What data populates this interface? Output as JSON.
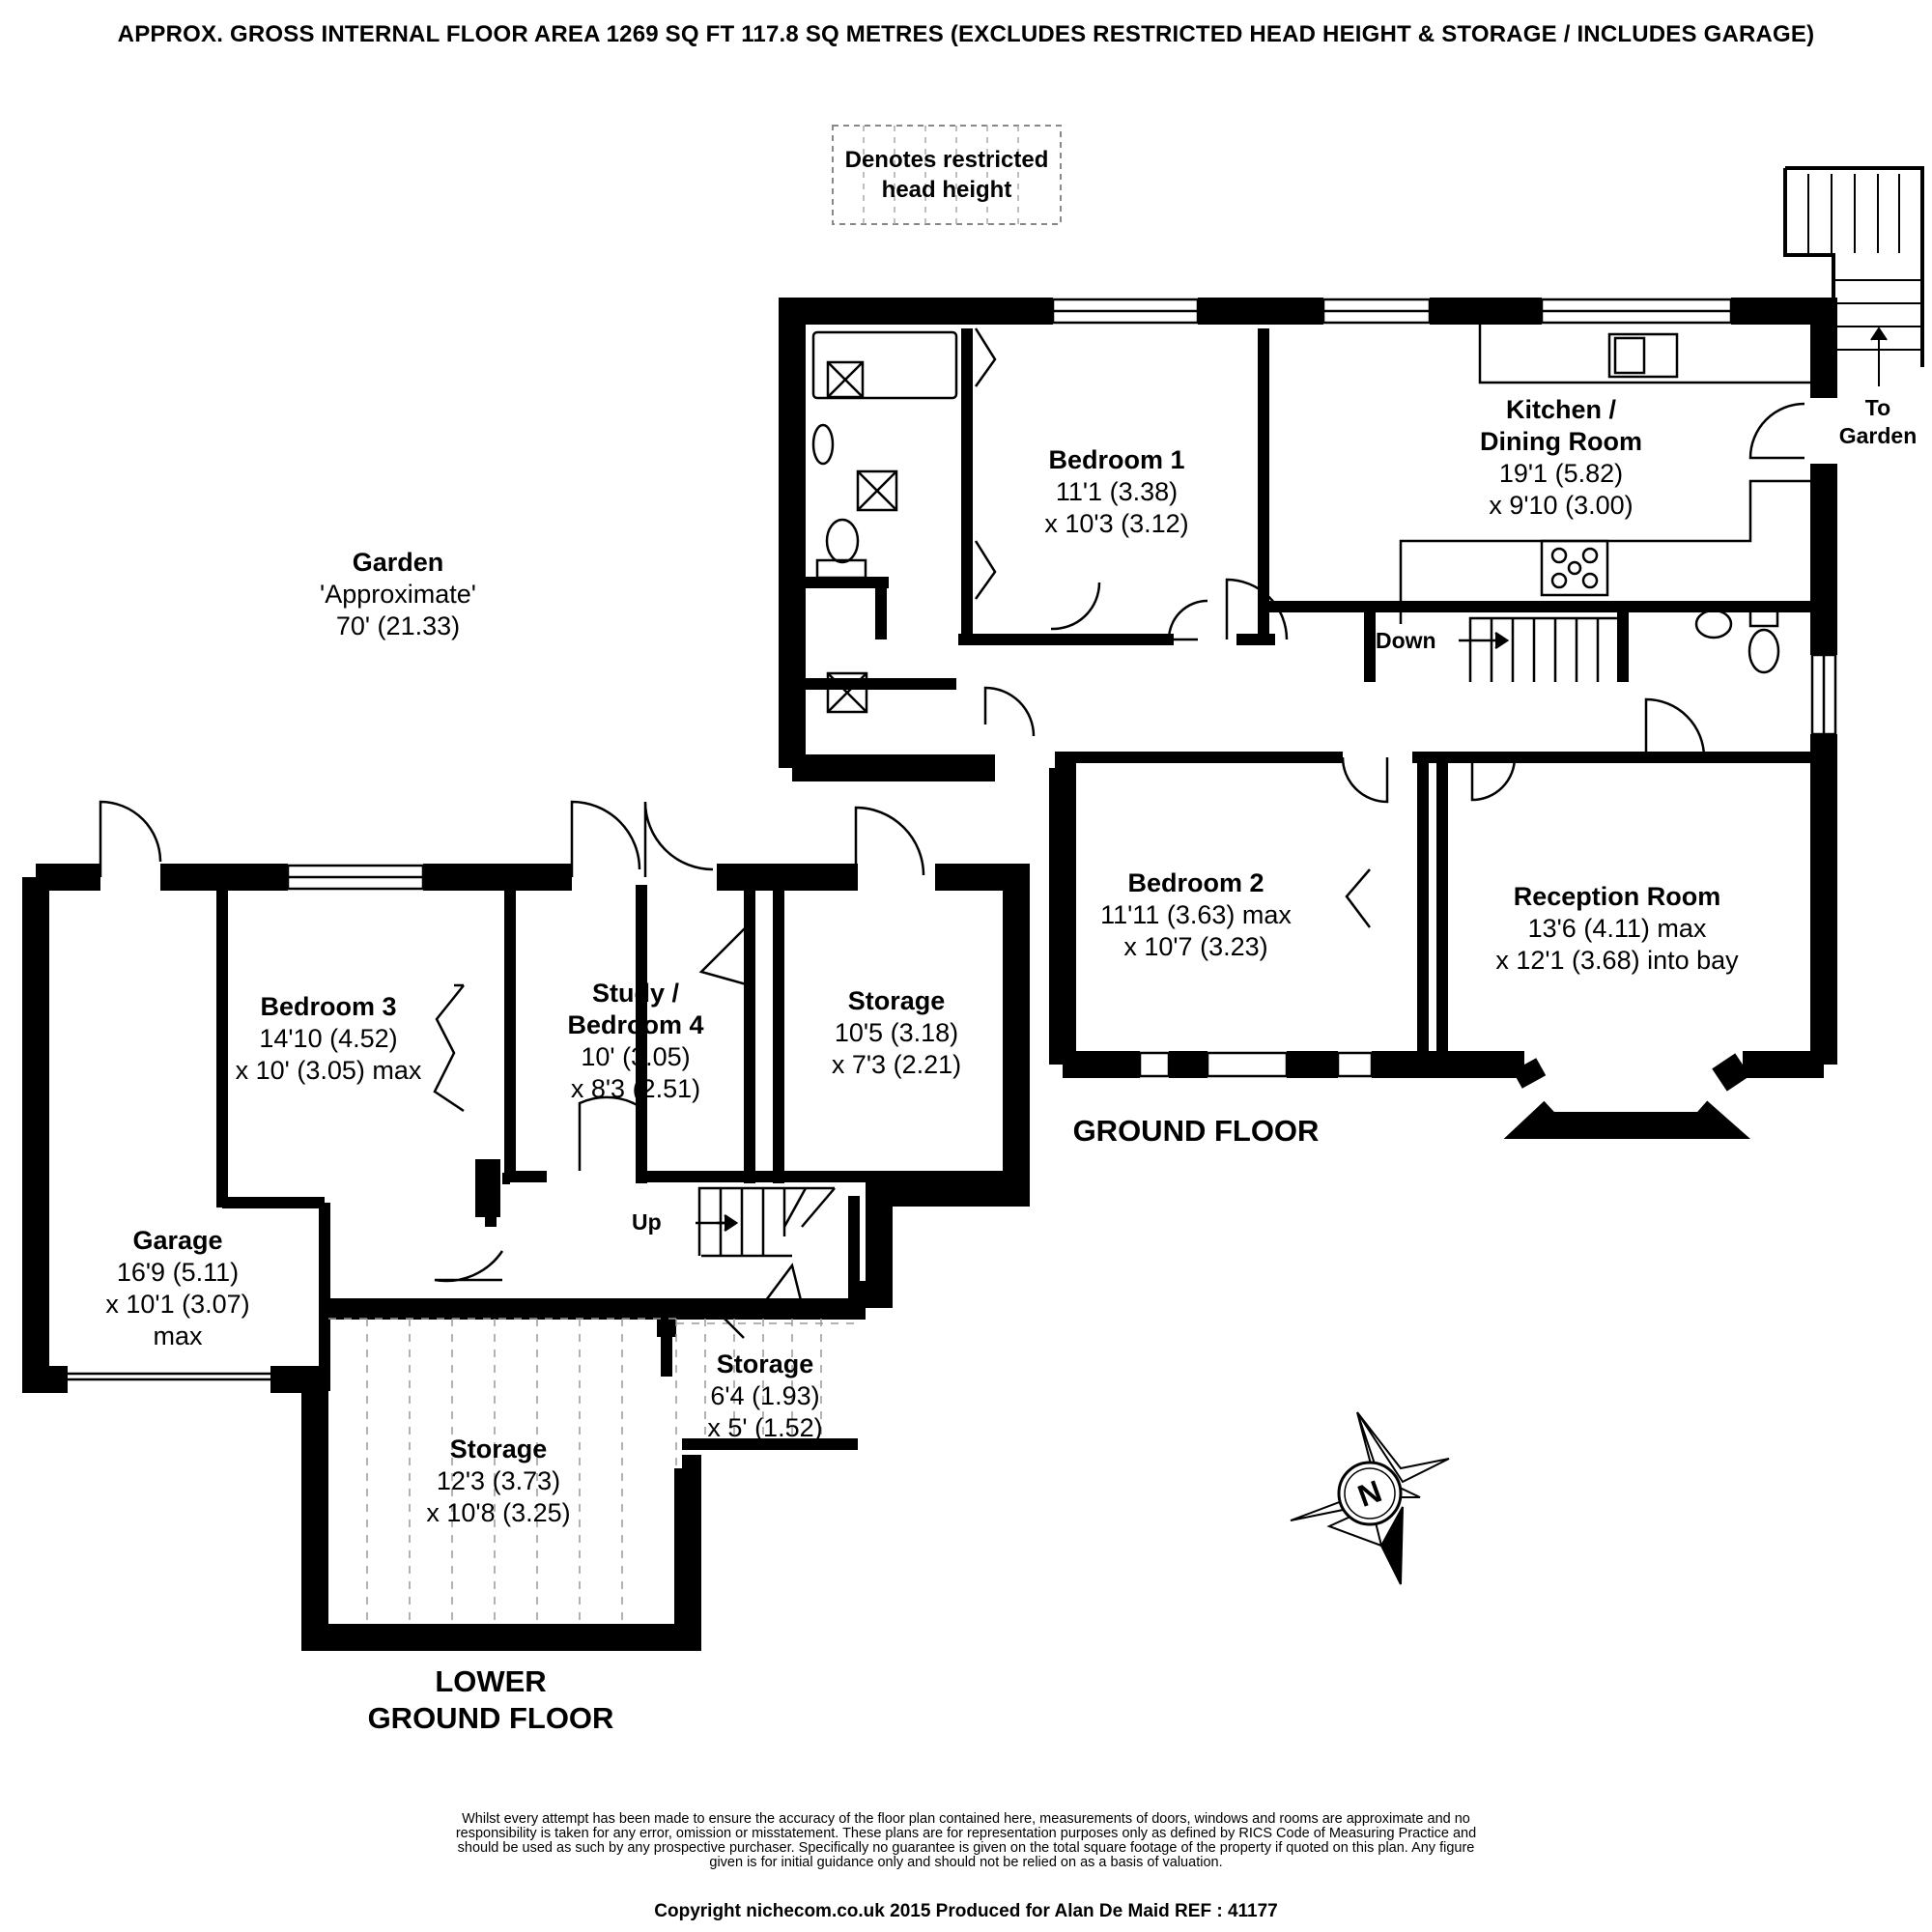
{
  "header": {
    "area_text": "APPROX. GROSS INTERNAL FLOOR AREA 1269 SQ FT 117.8 SQ METRES (EXCLUDES RESTRICTED HEAD HEIGHT & STORAGE / INCLUDES GARAGE)"
  },
  "legend": {
    "restricted_line1": "Denotes restricted",
    "restricted_line2": "head height"
  },
  "garden": {
    "name": "Garden",
    "note": "'Approximate'",
    "size": "70' (21.33)"
  },
  "ground_floor": {
    "title": "GROUND FLOOR",
    "kitchen": {
      "name1": "Kitchen /",
      "name2": "Dining Room",
      "dim1": "19'1 (5.82)",
      "dim2": "x 9'10 (3.00)"
    },
    "bedroom1": {
      "name": "Bedroom 1",
      "dim1": "11'1 (3.38)",
      "dim2": "x 10'3 (3.12)"
    },
    "bedroom2": {
      "name": "Bedroom 2",
      "dim1": "11'11 (3.63) max",
      "dim2": "x 10'7 (3.23)"
    },
    "reception": {
      "name": "Reception Room",
      "dim1": "13'6 (4.11) max",
      "dim2": "x 12'1 (3.68) into bay"
    },
    "down_label": "Down",
    "to_garden1": "To",
    "to_garden2": "Garden"
  },
  "lower_ground_floor": {
    "title1": "LOWER",
    "title2": "GROUND FLOOR",
    "bedroom3": {
      "name": "Bedroom 3",
      "dim1": "14'10 (4.52)",
      "dim2": "x 10' (3.05) max"
    },
    "study": {
      "name1": "Study /",
      "name2": "Bedroom 4",
      "dim1": "10' (3.05)",
      "dim2": "x 8'3 (2.51)"
    },
    "storage_a": {
      "name": "Storage",
      "dim1": "10'5 (3.18)",
      "dim2": "x 7'3 (2.21)"
    },
    "garage": {
      "name": "Garage",
      "dim1": "16'9 (5.11)",
      "dim2": "x 10'1 (3.07)",
      "dim3": "max"
    },
    "storage_b": {
      "name": "Storage",
      "dim1": "12'3 (3.73)",
      "dim2": "x 10'8 (3.25)"
    },
    "storage_c": {
      "name": "Storage",
      "dim1": "6'4 (1.93)",
      "dim2": "x 5' (1.52)"
    },
    "up_label": "Up"
  },
  "compass": {
    "letter": "N"
  },
  "footer": {
    "disclaimer": "Whilst every attempt has been made to ensure the accuracy of the floor plan contained here, measurements of doors, windows and rooms are approximate and no responsibility is taken for any error, omission or misstatement. These plans are for representation purposes only as defined by RICS Code of Measuring Practice and should be used as such by any prospective purchaser.  Specifically no guarantee is given on the total square footage of the property if quoted on this plan. Any figure given is for initial guidance only and should not be relied on as a basis of valuation.",
    "copyright": "Copyright nichecom.co.uk 2015    Produced for Alan De Maid   REF :  41177"
  }
}
